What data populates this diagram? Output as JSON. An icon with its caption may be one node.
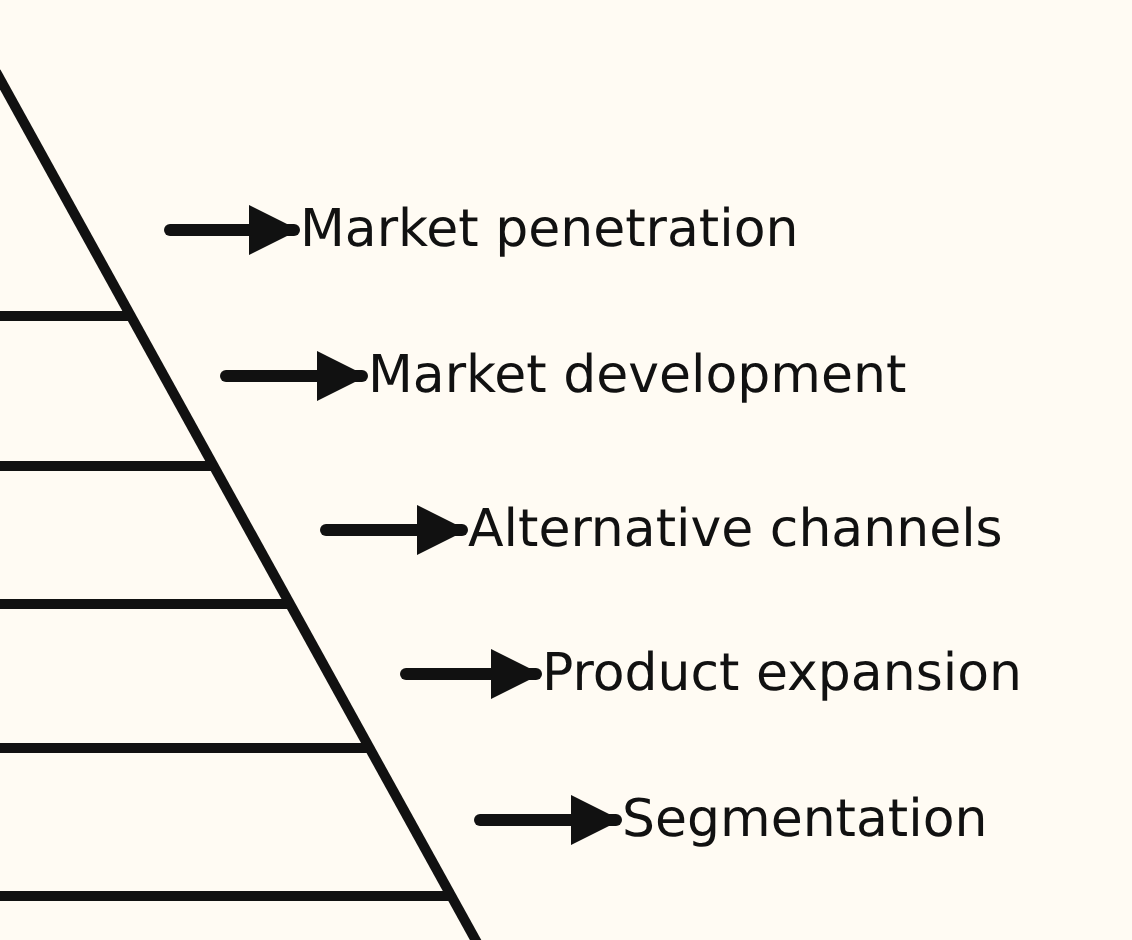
{
  "diagram": {
    "nodes": [
      {
        "text": [
          "Market penetration"
        ]
      },
      {
        "text": [
          "Market development"
        ]
      },
      {
        "text": [
          "Alternative channels"
        ]
      },
      {
        "text": [
          "Product expansion"
        ]
      },
      {
        "text": [
          "Segmentation"
        ]
      }
    ],
    "edges": [
      {
        "from": null,
        "to": 0,
        "arrow": "to"
      },
      {
        "from": null,
        "to": 1,
        "arrow": "to"
      },
      {
        "from": null,
        "to": 2,
        "arrow": "to"
      },
      {
        "from": null,
        "to": 3,
        "arrow": "to"
      },
      {
        "from": null,
        "to": 4,
        "arrow": "to"
      }
    ]
  }
}
